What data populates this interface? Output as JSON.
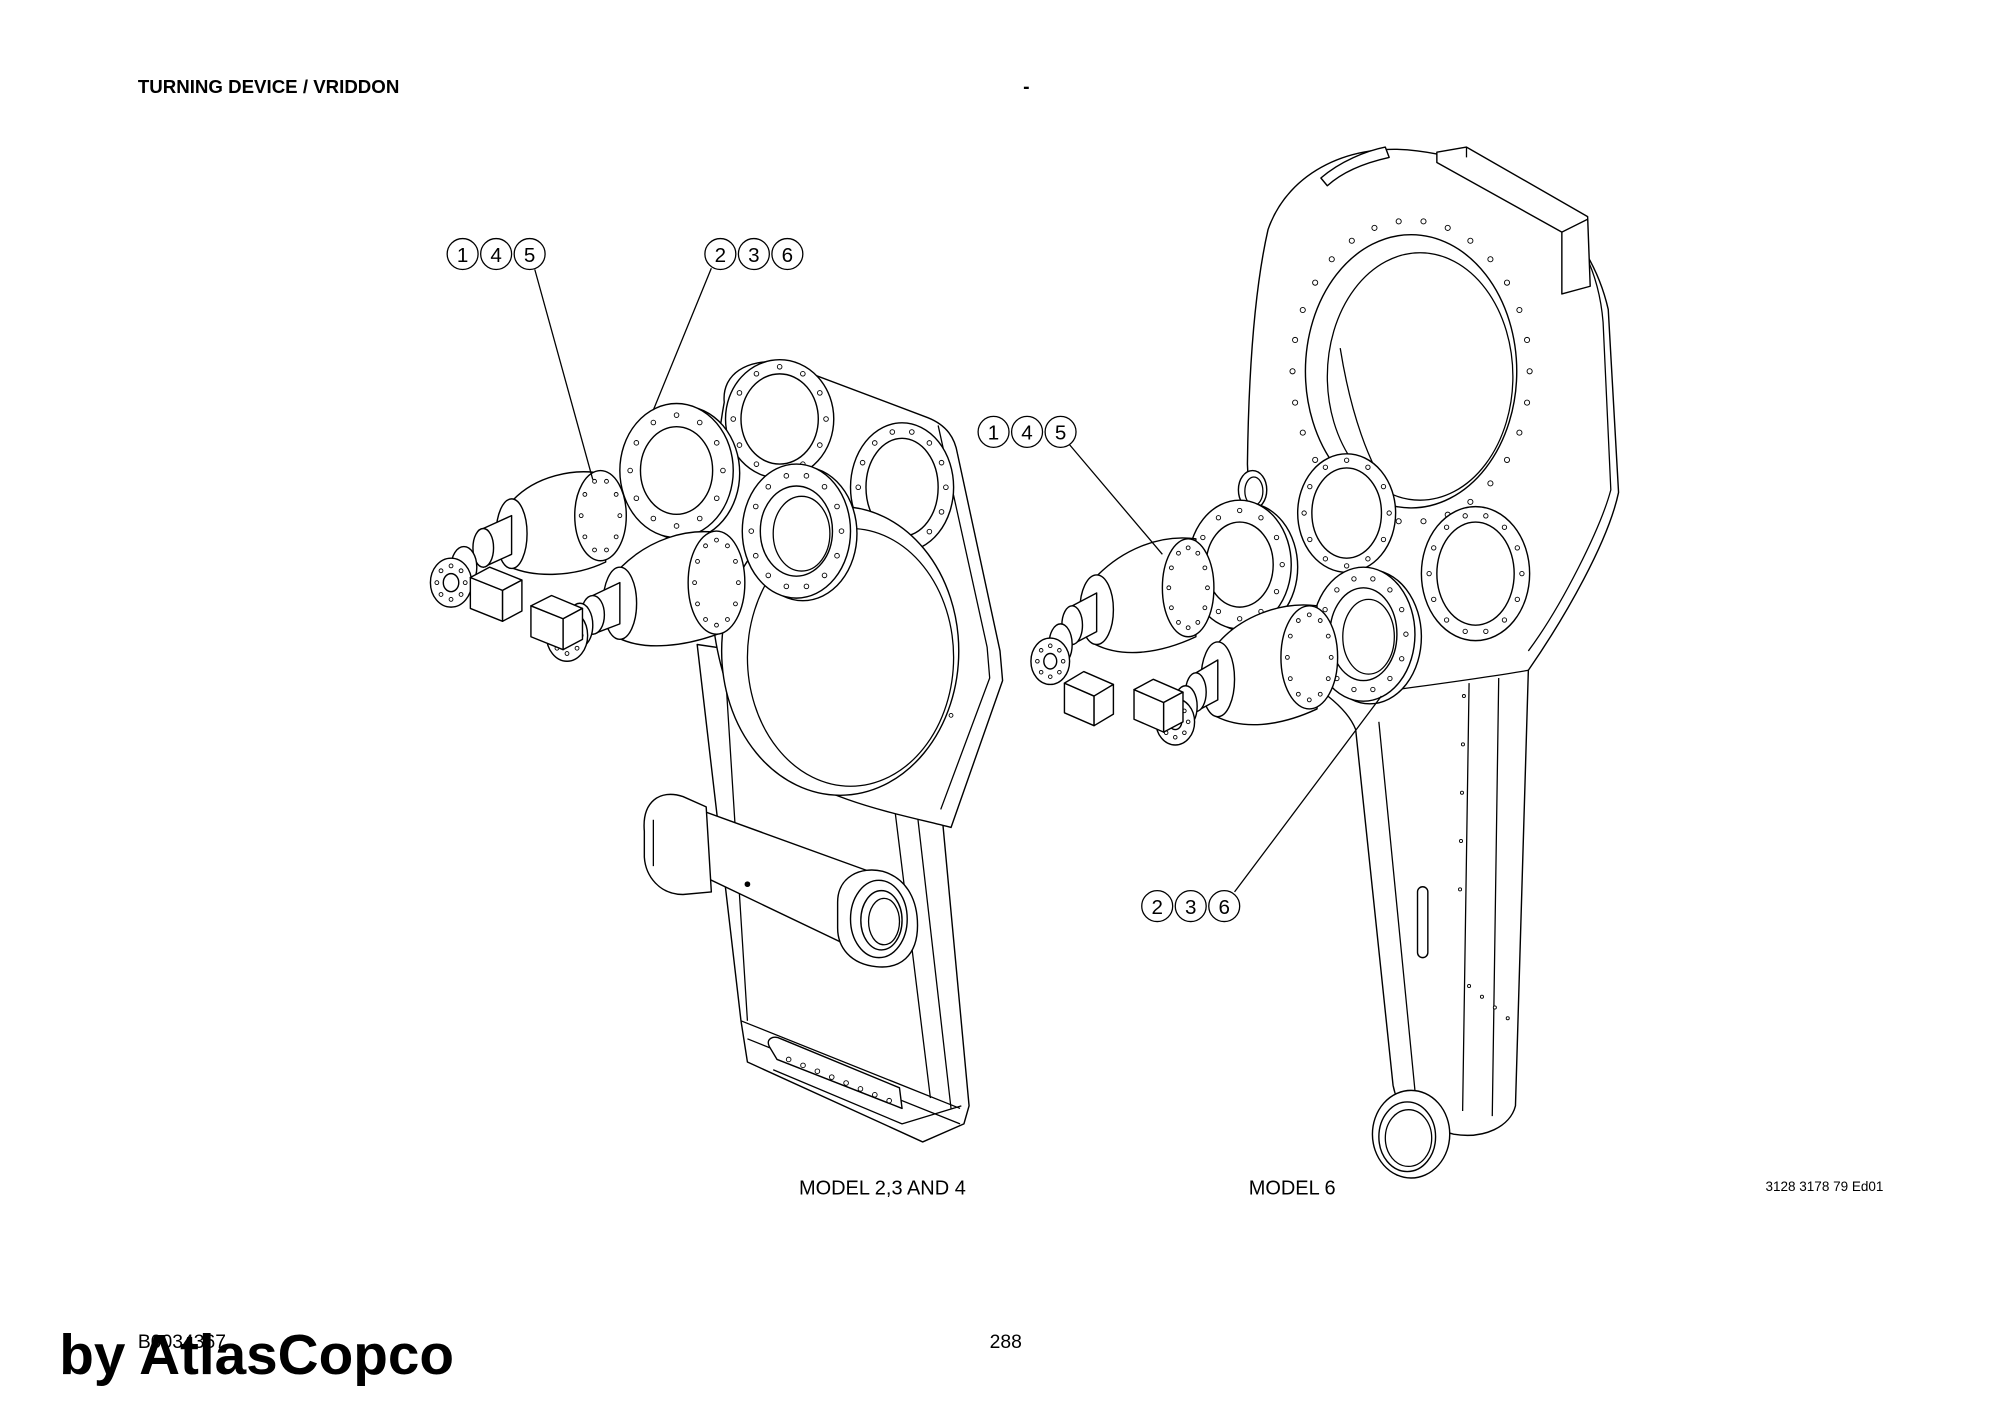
{
  "header": {
    "title": "TURNING DEVICE / VRIDDON",
    "dash": "-"
  },
  "callouts": [
    {
      "digits": [
        "1",
        "4",
        "5"
      ]
    },
    {
      "digits": [
        "2",
        "3",
        "6"
      ]
    },
    {
      "digits": [
        "1",
        "4",
        "5"
      ]
    },
    {
      "digits": [
        "2",
        "3",
        "6"
      ]
    }
  ],
  "figures": [
    {
      "label": "MODEL 2,3 AND 4"
    },
    {
      "label": "MODEL 6"
    }
  ],
  "drawing_number": "3128 3178 79 Ed01",
  "footer": {
    "document_code": "B0034367",
    "page_number": "288"
  },
  "watermark": "by AtlasCopco"
}
